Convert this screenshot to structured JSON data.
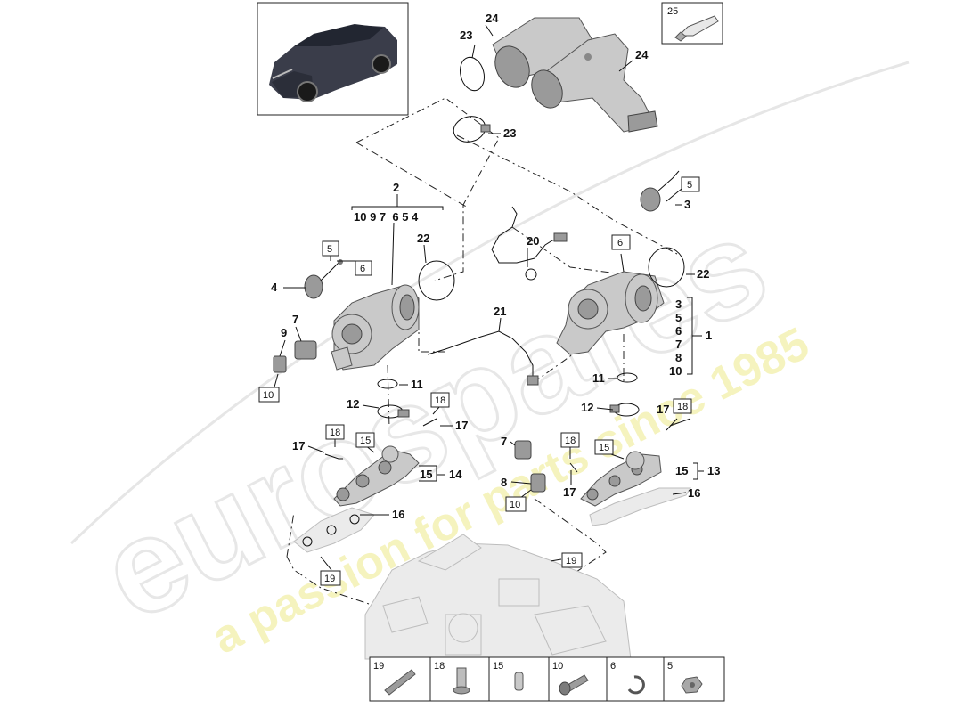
{
  "watermark": {
    "brand": "eurospares",
    "tagline": "a passion for parts since 1985"
  },
  "thumb_box_label": "25",
  "callouts": {
    "c24a": "24",
    "c24b": "24",
    "c23a": "23",
    "c23b": "23",
    "c2": "2",
    "c2_sub": "10 9 7  6 5 4",
    "c22a": "22",
    "c22b": "22",
    "c20": "20",
    "c21": "21",
    "c4": "4",
    "c7a": "7",
    "c9": "9",
    "c11a": "11",
    "c11b": "11",
    "c12a": "12",
    "c12b": "12",
    "c17a": "17",
    "c17b": "17",
    "c17c": "17",
    "c17d": "17",
    "c15a": "15",
    "c14": "14",
    "c16a": "16",
    "c16b": "16",
    "c7b": "7",
    "c8": "8",
    "c13": "13",
    "c15b": "15",
    "c3": "3",
    "c1": "1"
  },
  "group1_list": [
    "3",
    "5",
    "6",
    "7",
    "8",
    "10"
  ],
  "boxed": {
    "b5a": "5",
    "b6a": "6",
    "b10a": "10",
    "b18a": "18",
    "b18b": "18",
    "b15a": "15",
    "b15b": "15",
    "b18c": "18",
    "b18d": "18",
    "b10b": "10",
    "b5b": "5",
    "b6b": "6",
    "b19a": "19",
    "b19b": "19"
  },
  "legend": {
    "cells": [
      {
        "label": "19",
        "icon": "dowel-pin-icon"
      },
      {
        "label": "18",
        "icon": "stud-bolt-icon"
      },
      {
        "label": "15",
        "icon": "sleeve-icon"
      },
      {
        "label": "10",
        "icon": "hex-socket-screw-icon"
      },
      {
        "label": "6",
        "icon": "retaining-clip-icon"
      },
      {
        "label": "5",
        "icon": "flange-nut-icon"
      }
    ]
  }
}
